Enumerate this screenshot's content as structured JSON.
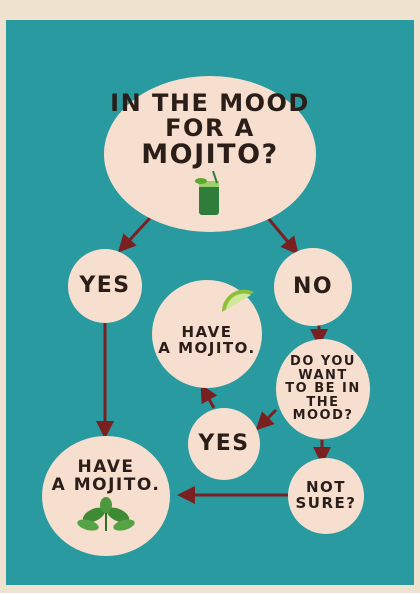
{
  "colors": {
    "background_panel": "#2a9aa1",
    "node_fill": "#f6dfcf",
    "text": "#2b1d18",
    "arrow": "#7a2020",
    "border_cream": "#efe3cf",
    "drink_green": "#2f7d3b",
    "lime_green": "#8fbf3a"
  },
  "nodes": {
    "start": {
      "lines": [
        "IN THE MOOD",
        "FOR A",
        "MOJITO?"
      ],
      "icon": "mojito-glass-icon"
    },
    "yes_left": {
      "label": "YES"
    },
    "no": {
      "label": "NO"
    },
    "have_mojito_center": {
      "lines": [
        "HAVE",
        "A MOJITO."
      ],
      "icon": "lime-wedge-icon"
    },
    "want_mood": {
      "lines": [
        "DO YOU",
        "WANT",
        "TO BE IN",
        "THE MOOD?"
      ]
    },
    "yes_center": {
      "label": "YES"
    },
    "have_mojito_left": {
      "lines": [
        "HAVE",
        "A MOJITO."
      ],
      "icon": "mint-leaves-icon"
    },
    "not_sure": {
      "lines": [
        "NOT",
        "SURE?"
      ]
    }
  }
}
